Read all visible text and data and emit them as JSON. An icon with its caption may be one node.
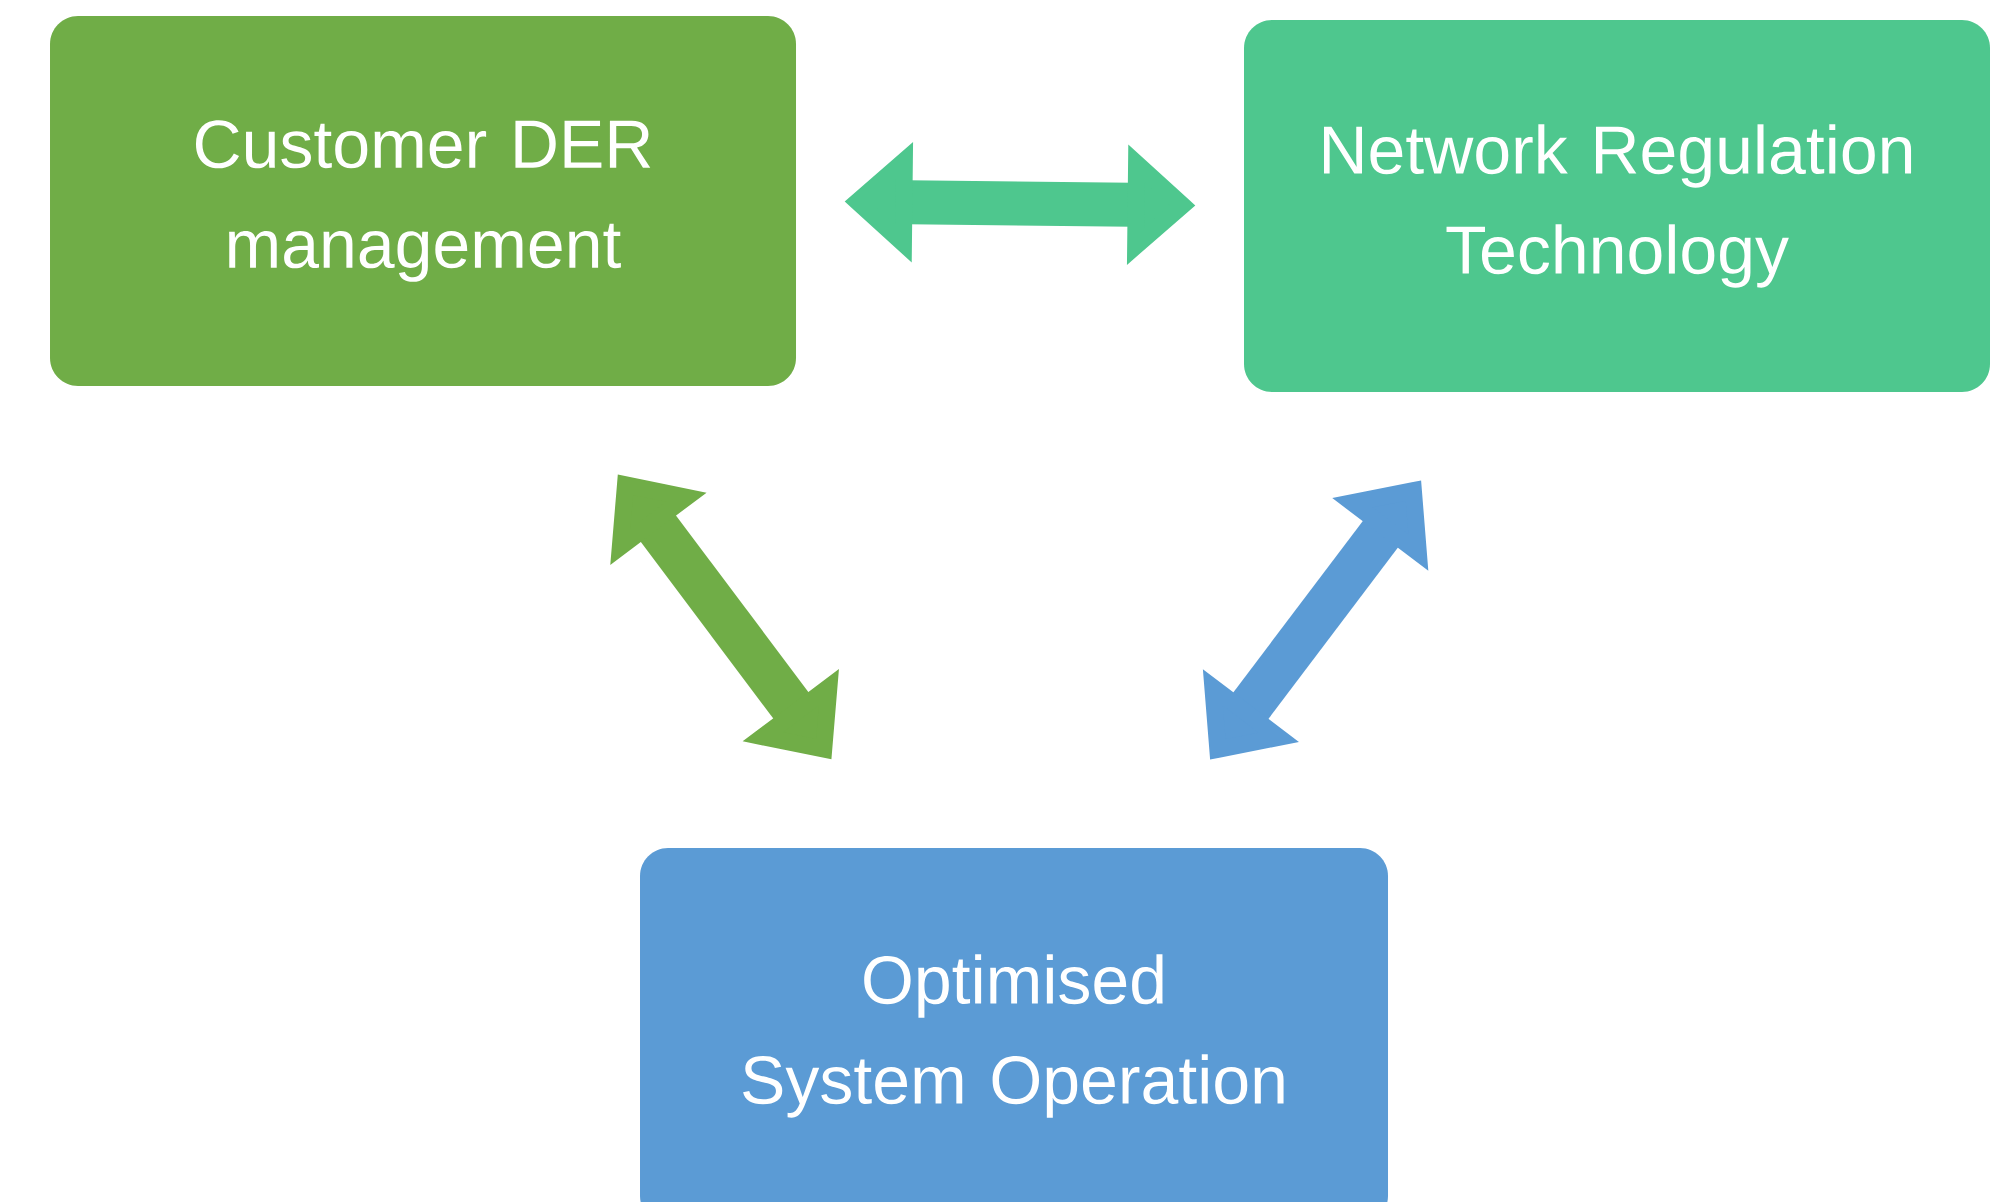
{
  "diagram": {
    "nodes": [
      {
        "text": [
          "Customer DER management"
        ]
      },
      {
        "text": [
          "Network Regulation Technology"
        ]
      },
      {
        "text": [
          "Optimised System Operation"
        ]
      }
    ],
    "edges": [
      {
        "from": 0,
        "to": 1,
        "arrow": "both",
        "color": "#4ec78e"
      },
      {
        "from": 0,
        "to": 2,
        "arrow": "both",
        "color": "#70ad47"
      },
      {
        "from": 1,
        "to": 2,
        "arrow": "both",
        "color": "#5b9bd5"
      }
    ]
  }
}
